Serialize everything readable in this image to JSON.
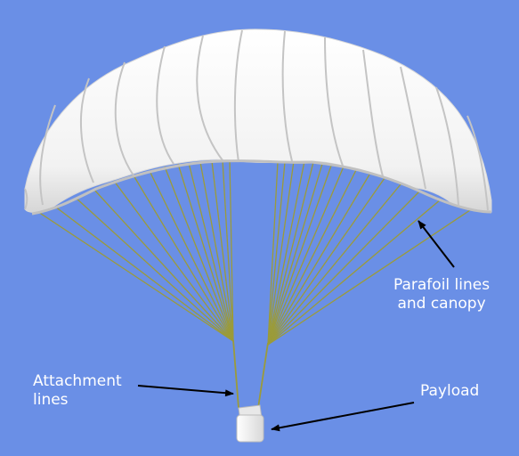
{
  "labels": {
    "parafoil": [
      "Parafoil lines",
      "and canopy"
    ],
    "attachment": [
      "Attachment",
      "lines"
    ],
    "payload": "Payload"
  },
  "colors": {
    "background": "#6a8fe6",
    "canopy": "#f7f7f7",
    "canopy_shadow": "#cfcfcf",
    "lines": "#9b9b3a",
    "arrow": "#000000",
    "text": "#ffffff"
  }
}
